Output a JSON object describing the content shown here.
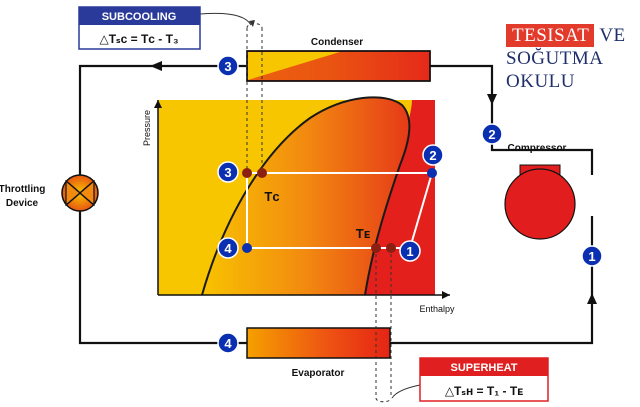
{
  "diagram": {
    "subcooling_box": {
      "title": "SUBCOOLING",
      "formula": "△Tₛᴄ = Tᴄ - T₃"
    },
    "superheat_box": {
      "title": "SUPERHEAT",
      "formula": "△Tₛʜ = T₁ - Tᴇ"
    },
    "components": {
      "condenser": "Condenser",
      "evaporator": "Evaporator",
      "compressor": "Compressor",
      "throttling_line1": "Throttling",
      "throttling_line2": "Device"
    },
    "axes": {
      "y_label": "Pressure",
      "x_label": "Enthalpy"
    },
    "state_points": {
      "p1": "1",
      "p2": "2",
      "p3": "3",
      "p4": "4"
    },
    "point_labels": {
      "tc": "Tᴄ",
      "te": "Tᴇ"
    },
    "colors": {
      "cycle_line": "#1a1a1a",
      "marker_fill": "#0a2fb0",
      "box_blue": "#2a3a9a",
      "box_red": "#e02020",
      "hot": "#e8201a",
      "warm": "#f5c400"
    }
  },
  "branding": {
    "line1_highlight": "TESISAT",
    "line1_rest": "VE",
    "line2": "SOĞUTMA",
    "line3": "OKULU"
  }
}
